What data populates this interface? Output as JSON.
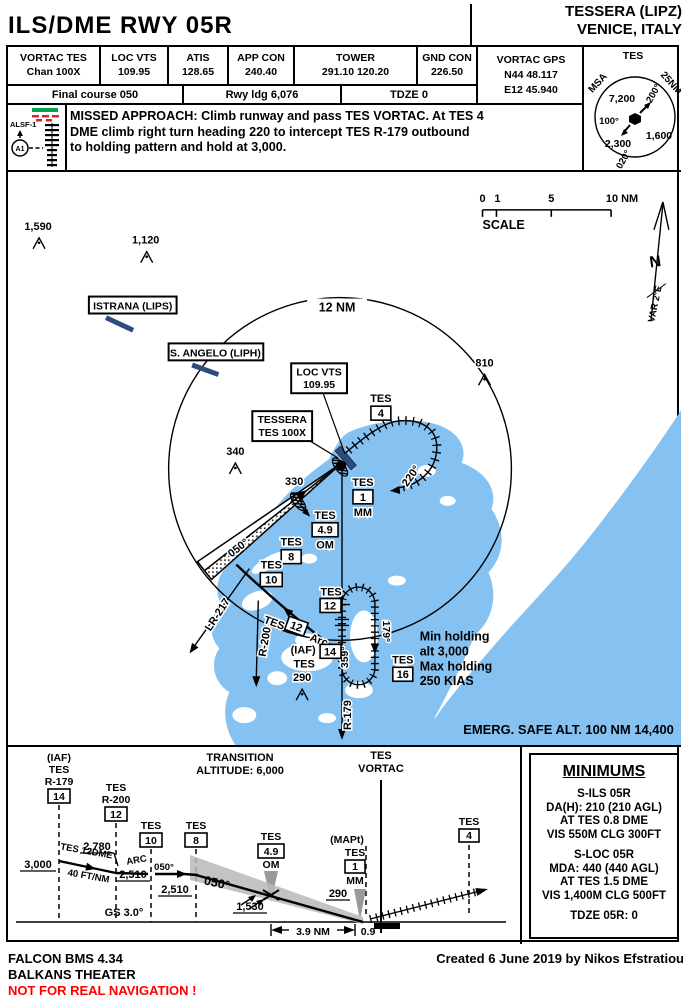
{
  "header": {
    "title": "ILS/DME RWY 05R",
    "airport": "TESSERA (LIPZ)",
    "city": "VENICE, ITALY"
  },
  "freq_cells": [
    {
      "label": "VORTAC TES",
      "value": "Chan 100X"
    },
    {
      "label": "LOC VTS",
      "value": "109.95"
    },
    {
      "label": "ATIS",
      "value": "128.65"
    },
    {
      "label": "APP CON",
      "value": "240.40"
    },
    {
      "label": "TOWER",
      "value": "291.10 120.20"
    },
    {
      "label": "GND CON",
      "value": "226.50"
    }
  ],
  "gps": {
    "l1": "VORTAC GPS",
    "l2": "N44 48.117",
    "l3": "E12 45.940"
  },
  "course_row": {
    "final": "Final course 050",
    "rwy": "Rwy ldg 6,076",
    "tdze": "TDZE 0"
  },
  "msa": {
    "arc_left": "MSA",
    "arc_top": "TES",
    "arc_right": "25NM",
    "alt_nw": "7,200",
    "alt_sw": "2,300",
    "alt_e": "1,600",
    "brg_w": "100°",
    "brg_ne": "200°",
    "brg_s": "020°"
  },
  "alsf": {
    "label": "ALSF-1",
    "badge": "A1"
  },
  "missed": {
    "l1": "MISSED APPROACH: Climb runway and pass TES VORTAC. At TES 4",
    "l2": "DME climb right turn heading 220 to intercept TES R-179 outbound",
    "l3": "to holding pattern and hold at 3,000."
  },
  "map": {
    "scale": {
      "t0": "0",
      "t1": "1",
      "t5": "5",
      "t10": "10 NM",
      "label": "SCALE"
    },
    "north": "N",
    "var": "VAR 2°E",
    "ring": "12 NM",
    "istrana": "ISTRANA (LIPS)",
    "sangelo": "S. ANGELO (LIPH)",
    "loc_box": {
      "l1": "LOC VTS",
      "l2": "109.95"
    },
    "vortac_box": {
      "l1": "TESSERA",
      "l2": "TES 100X"
    },
    "obs_1590": "1,590",
    "obs_1120": "1,120",
    "obs_810": "810",
    "obs_340": "340",
    "obs_330": "330",
    "obs_290": "290",
    "fix4": {
      "n": "TES",
      "d": "4"
    },
    "fix1": {
      "n": "TES",
      "d": "1",
      "s": "MM"
    },
    "fix49": {
      "n": "TES",
      "d": "4.9",
      "s": "OM"
    },
    "fix8": {
      "n": "TES",
      "d": "8"
    },
    "fix10": {
      "n": "TES",
      "d": "10"
    },
    "fix12": {
      "n": "TES",
      "d": "12"
    },
    "fix12arc": {
      "n": "TES",
      "d": "12",
      "s": "Arc"
    },
    "fix14": {
      "pre": "(IAF)",
      "n": "TES",
      "d": "14"
    },
    "fix16": {
      "n": "TES",
      "d": "16"
    },
    "crs_loc": "050°",
    "crs_missed": "220°",
    "lr217": "LR-217",
    "r200": "R-200",
    "r179": "R-179",
    "hold_in": "359°",
    "hold_out": "179°",
    "hold_note": [
      "Min holding",
      "alt 3,000",
      "Max holding",
      "250 KIAS"
    ],
    "emerg": "EMERG. SAFE ALT. 100 NM 14,400"
  },
  "profile": {
    "transition1": "TRANSITION",
    "transition2": "ALTITUDE: 6,000",
    "vortac1": "TES",
    "vortac2": "VORTAC",
    "fix14": {
      "pre": "(IAF)",
      "n": "TES",
      "r": "R-179",
      "d": "14"
    },
    "fix12": {
      "n": "TES",
      "r": "R-200",
      "d": "12"
    },
    "fix10": {
      "n": "TES",
      "d": "10"
    },
    "fix8": {
      "n": "TES",
      "d": "8"
    },
    "fix49": {
      "n": "TES",
      "d": "4.9",
      "s": "OM"
    },
    "mapt": {
      "pre": "(MAPt)",
      "n": "TES",
      "d": "1",
      "s": "MM"
    },
    "fix4": {
      "n": "TES",
      "d": "4"
    },
    "alt_3000": "3,000",
    "alt_2780": "2,780",
    "alt_2510a": "2,510",
    "alt_2510b": "2,510",
    "alt_1530": "1,530",
    "alt_290": "290",
    "seg_label": "TES 12DME",
    "grad": "40 FT/NM",
    "arc": "ARC",
    "crs_a": "050°",
    "crs_b": "050°",
    "gs": "GS 3.0°",
    "dist_a": "3.9 NM",
    "dist_b": "0.9"
  },
  "minimums": {
    "title": "MINIMUMS",
    "ils": [
      "S-ILS 05R",
      "DA(H): 210 (210 AGL)",
      "AT TES 0.8 DME",
      "VIS 550M CLG 300FT"
    ],
    "loc": [
      "S-LOC 05R",
      "MDA: 440 (440 AGL)",
      "AT TES 1.5 DME",
      "VIS 1,400M CLG 500FT"
    ],
    "tdze": "TDZE 05R: 0"
  },
  "footer": {
    "sim": "FALCON BMS 4.34",
    "theater": "BALKANS THEATER",
    "warning": "NOT FOR REAL NAVIGATION !",
    "credit": "Created 6 June 2019 by Nikos Efstratiou"
  },
  "colors": {
    "water": "#85C2F2",
    "runway": "#2F4C80",
    "warning": "#FF0000"
  }
}
